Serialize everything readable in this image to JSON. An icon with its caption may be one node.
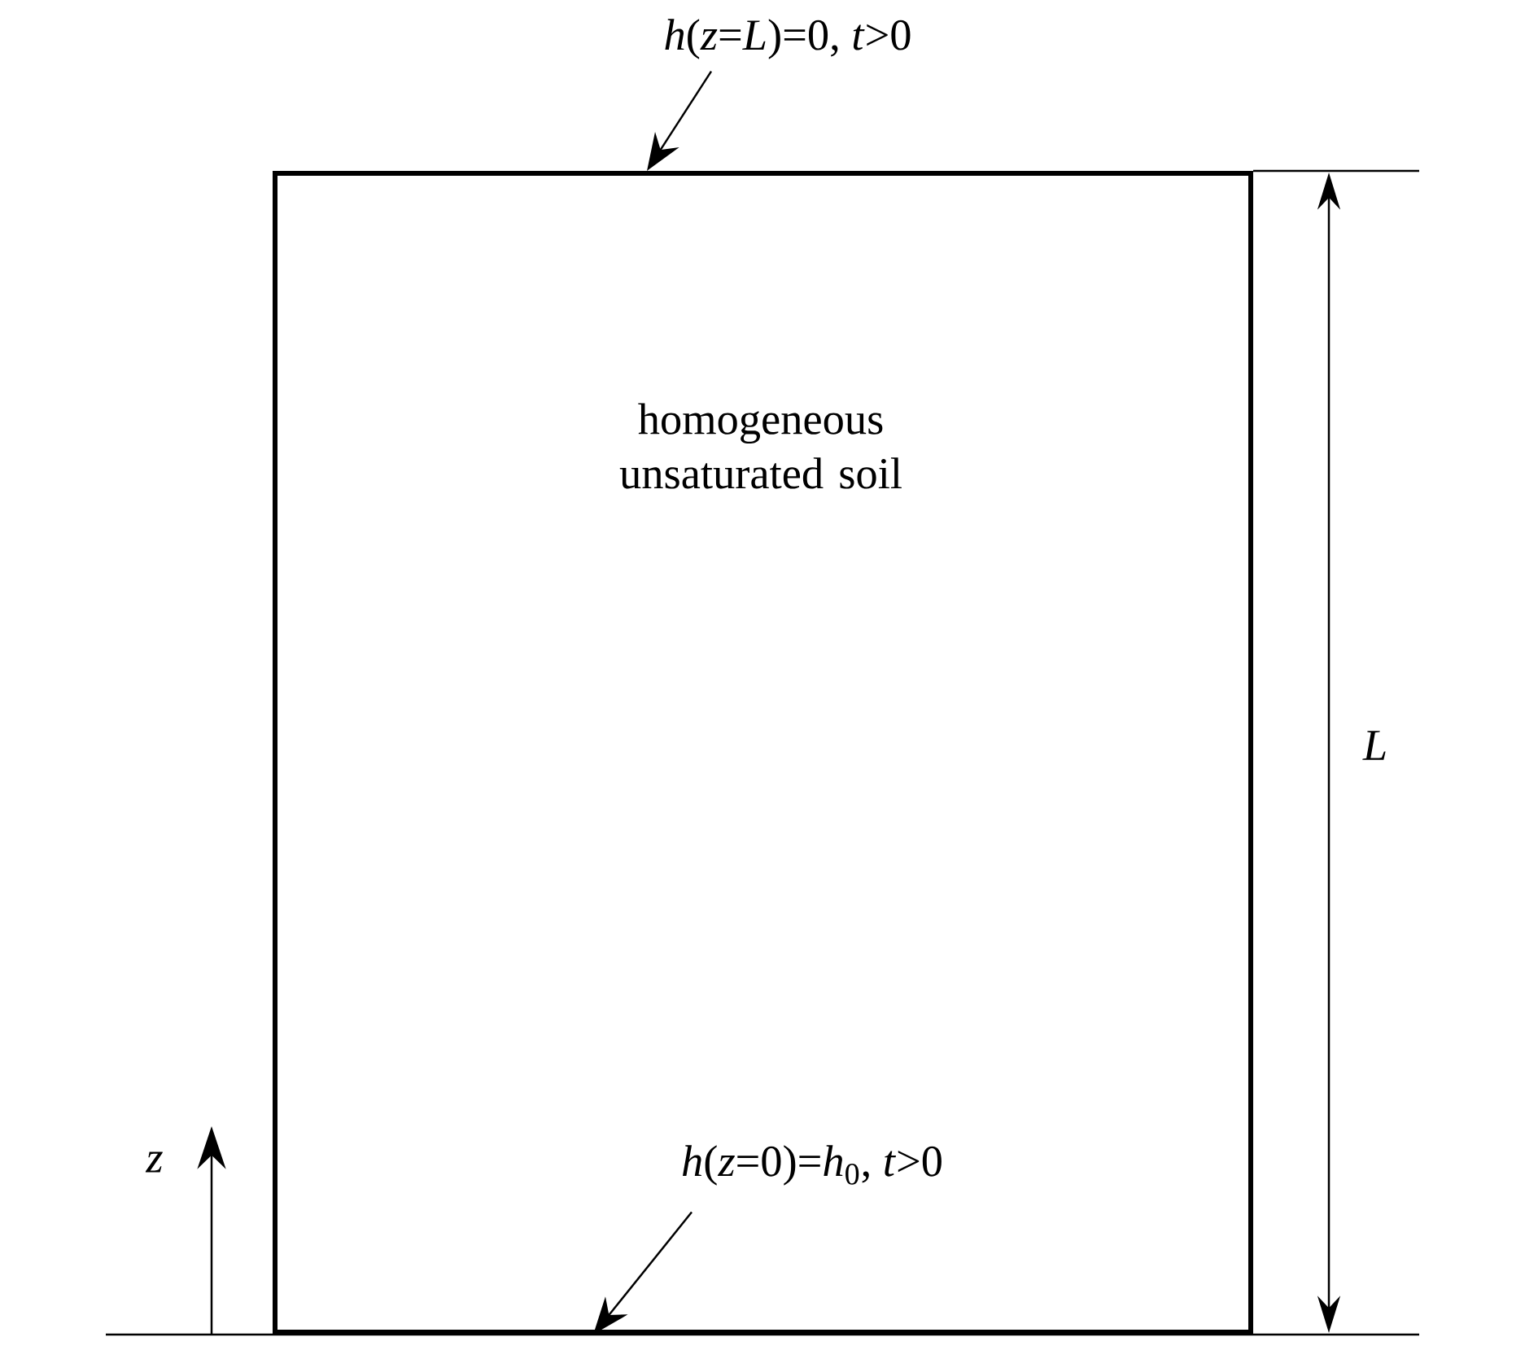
{
  "diagram": {
    "nodes": [
      {
        "text": [
          "homogeneous unsaturated soil"
        ]
      },
      {
        "text": [
          "*h*(*z*=*L*)=0, *t*>0"
        ]
      },
      {
        "text": [
          "*h*(*z*=0)=*h*$_{0}$, *t*>0"
        ],
        "in": 0
      }
    ],
    "edges": [
      {
        "from": 1,
        "to": 0,
        "arrow": "to"
      },
      {
        "from": 2,
        "to": 0,
        "arrow": "to"
      }
    ],
    "labels": [
      "*L*",
      "*z*"
    ]
  }
}
